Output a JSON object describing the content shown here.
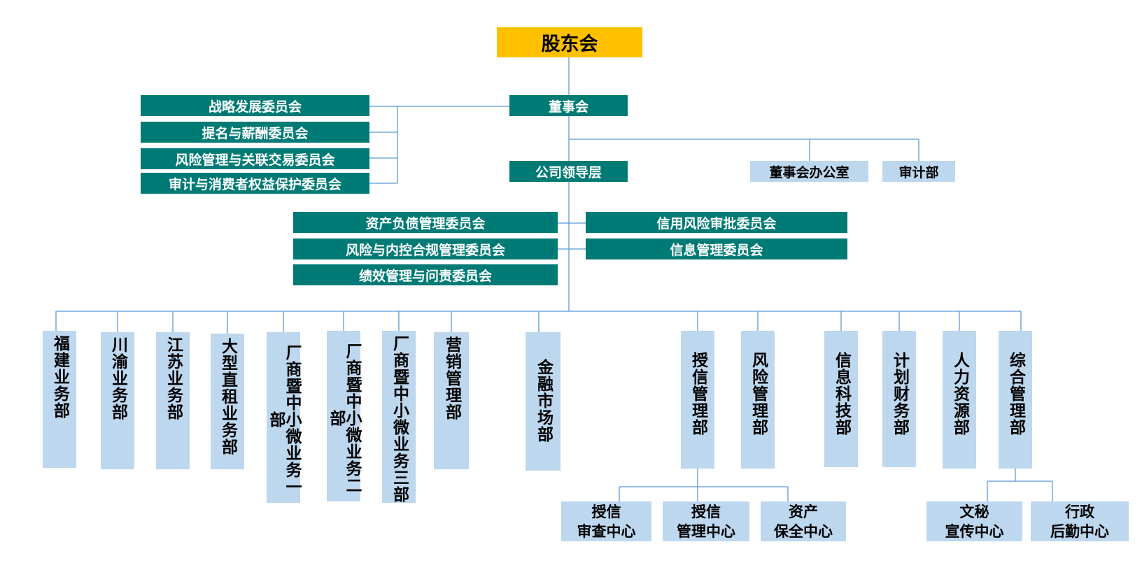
{
  "top": {
    "shareholders": "股东会",
    "board": "董事会",
    "leadership": "公司领导层"
  },
  "board_committees": [
    "战略发展委员会",
    "提名与薪酬委员会",
    "风险管理与关联交易委员会",
    "审计与消费者权益保护委员会"
  ],
  "board_units": [
    "董事会办公室",
    "审计部"
  ],
  "mgmt_committees_left": [
    "资产负债管理委员会",
    "风险与内控合规管理委员会",
    "绩效管理与问责委员会"
  ],
  "mgmt_committees_right": [
    "信用风险审批委员会",
    "信息管理委员会"
  ],
  "departments": [
    "福建业务部",
    "川渝业务部",
    "江苏业务部",
    "大型直租业务部",
    "厂商暨中小微业务一部",
    "厂商暨中小微业务二部",
    "厂商暨中小微业务三部",
    "营销管理部",
    "金融市场部",
    "授信管理部",
    "风险管理部",
    "信息科技部",
    "计划财务部",
    "人力资源部",
    "综合管理部"
  ],
  "credit_centers": [
    {
      "line1": "授信",
      "line2": "审查中心"
    },
    {
      "line1": "授信",
      "line2": "管理中心"
    },
    {
      "line1": "资产",
      "line2": "保全中心"
    }
  ],
  "admin_centers": [
    {
      "line1": "文秘",
      "line2": "宣传中心"
    },
    {
      "line1": "行政",
      "line2": "后勤中心"
    }
  ],
  "colors": {
    "gold": "#ffc000",
    "teal": "#007a74",
    "light_blue": "#bdd7ee",
    "connector": "#5b9bd5"
  }
}
